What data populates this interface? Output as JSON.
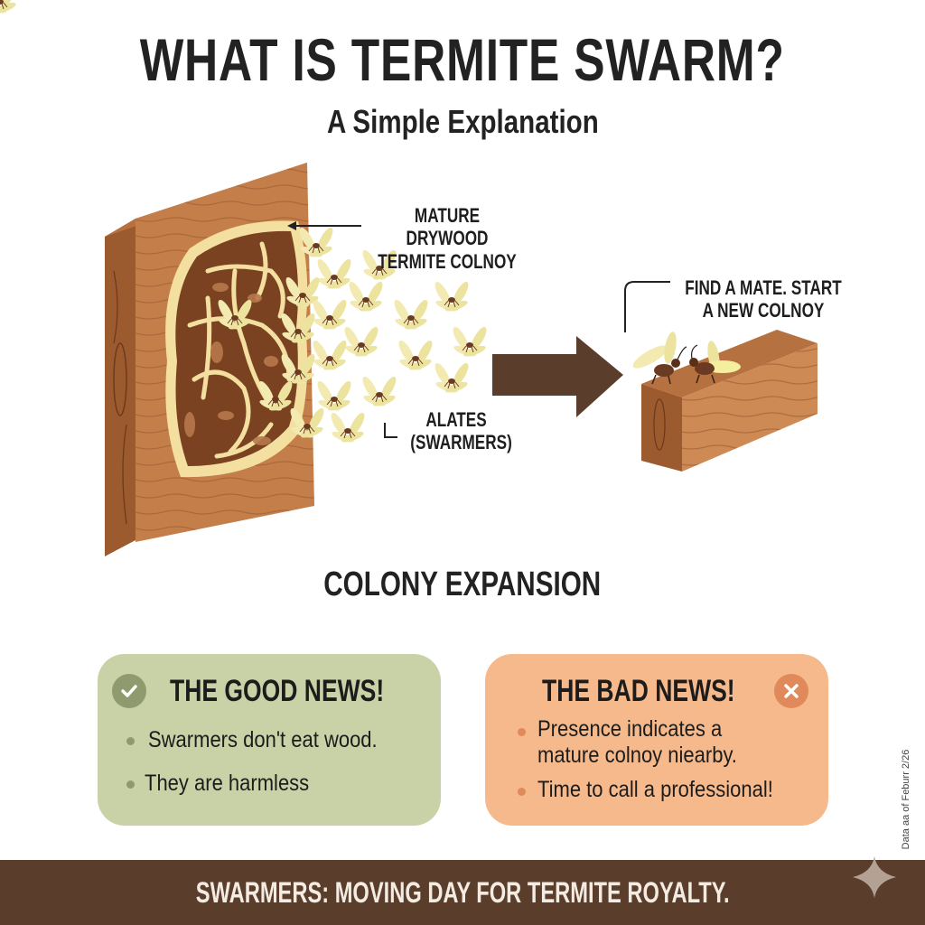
{
  "header": {
    "title": "WHAT IS TERMITE SWARM?",
    "subtitle": "A Simple Explanation"
  },
  "diagram": {
    "labels": {
      "colony_line1": "MATURE DRYWOOD",
      "colony_line2": "TERMITE COLNOY",
      "alates_line1": "ALATES",
      "alates_line2": "(SWARMERS)",
      "mate_line1": "FIND A MATE. START",
      "mate_line2": "A NEW COLNOY"
    },
    "icons": {
      "arrow": "arrow-right-icon",
      "wood_panel": "wood-panel-colony-icon",
      "wood_block": "wood-block-icon",
      "swarmer": "winged-termite-icon"
    },
    "section_heading": "COLONY EXPANSION"
  },
  "good_news": {
    "title": "THE GOOD NEWS!",
    "icon": "check-circle-icon",
    "bullets": [
      "Swarmers don't eat wood.",
      "They are harmless"
    ],
    "color": "#c9d1a6",
    "accent": "#8f9a6e"
  },
  "bad_news": {
    "title": "THE BAD NEWS!",
    "icon": "x-circle-icon",
    "bullets": [
      "Presence indicates a",
      "mature colnoy niearby.",
      "Time to call a professional!"
    ],
    "color": "#f6b98b",
    "accent": "#e0895a"
  },
  "side_note": "Data aa of Feburr 2/26",
  "footer": {
    "text": "SWARMERS: MOVING DAY FOR TERMITE ROYALTY.",
    "color": "#5a3d2b",
    "icon": "sparkle-icon"
  }
}
